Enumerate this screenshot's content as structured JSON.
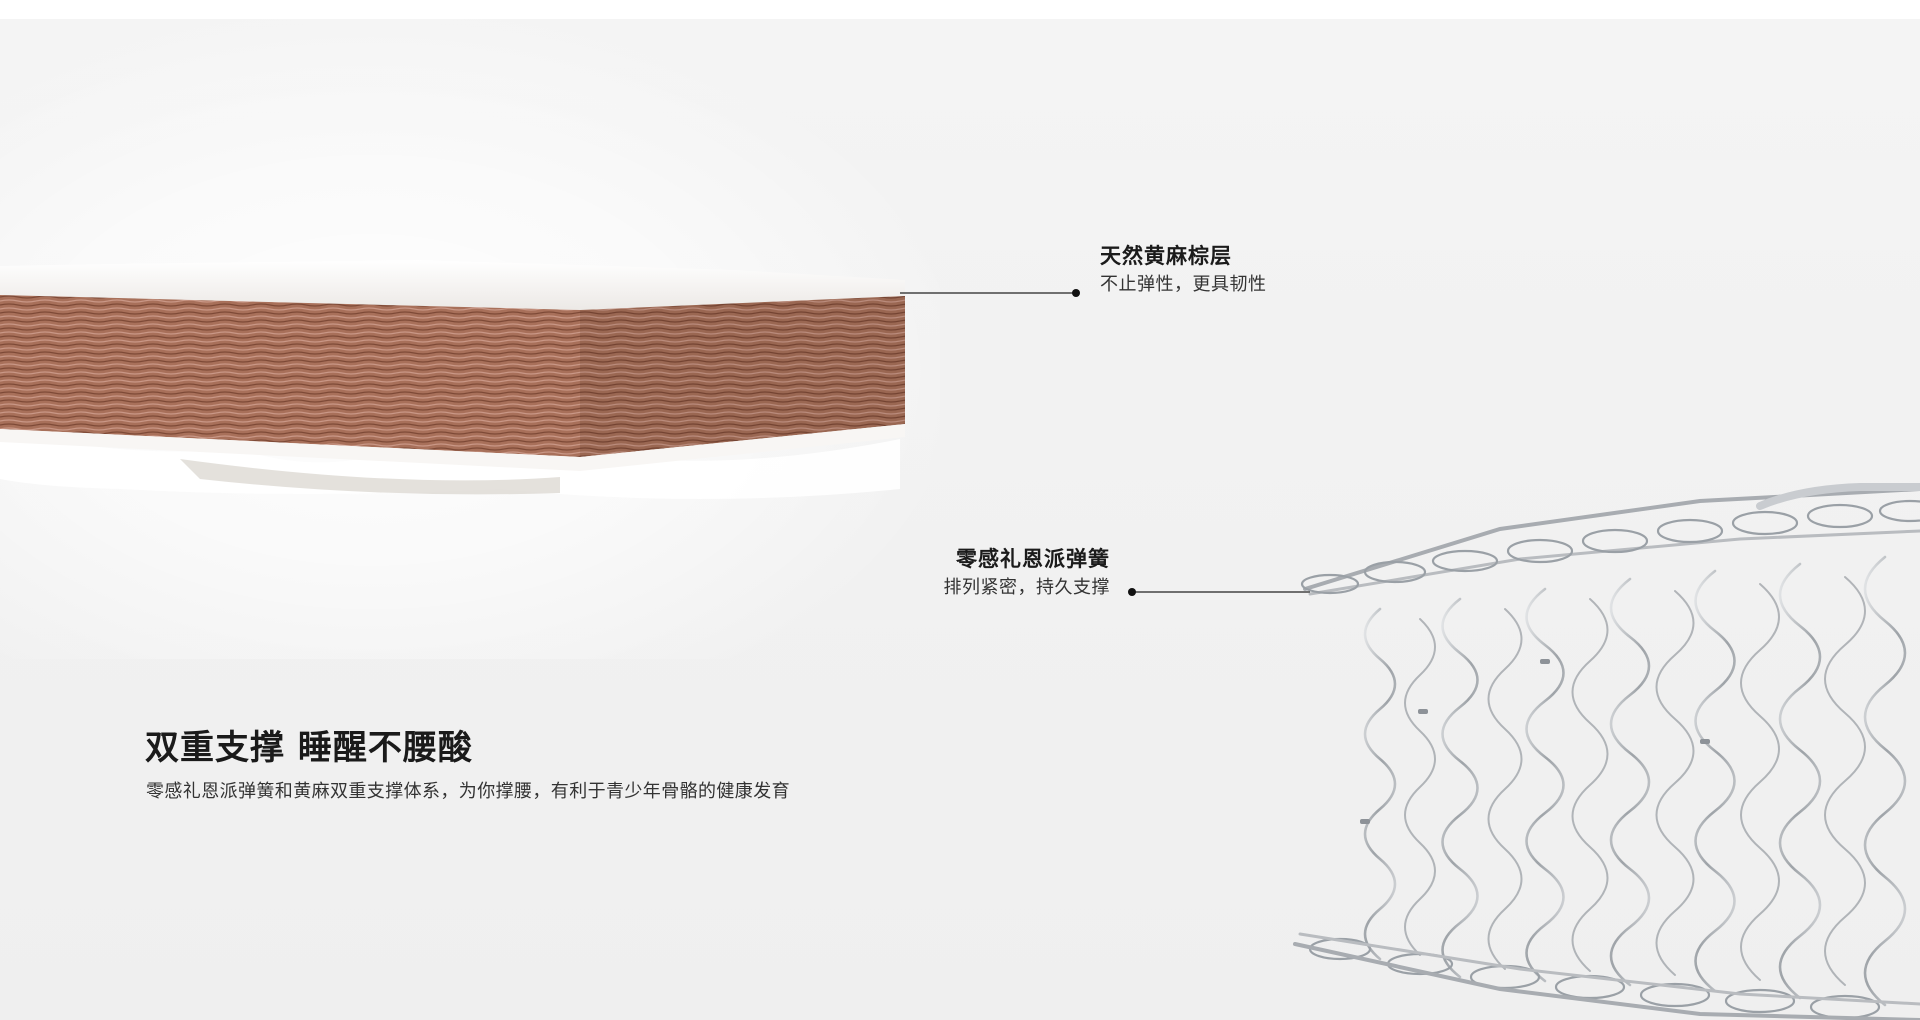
{
  "callouts": {
    "jute": {
      "title": "天然黄麻棕层",
      "subtitle": "不止弹性，更具韧性"
    },
    "spring": {
      "title": "零感礼恩派弹簧",
      "subtitle": "排列紧密，持久支撑"
    }
  },
  "feature": {
    "headline": "双重支撑 睡醒不腰酸",
    "description": "零感礼恩派弹簧和黄麻双重支撑体系，为你撑腰，有利于青少年骨骼的健康发育"
  },
  "colors": {
    "background": "#f1f1f1",
    "text_primary": "#1b1b1b",
    "text_secondary": "#333333",
    "jute": "#a0674f",
    "spring_metal": "#b9bcc0"
  }
}
